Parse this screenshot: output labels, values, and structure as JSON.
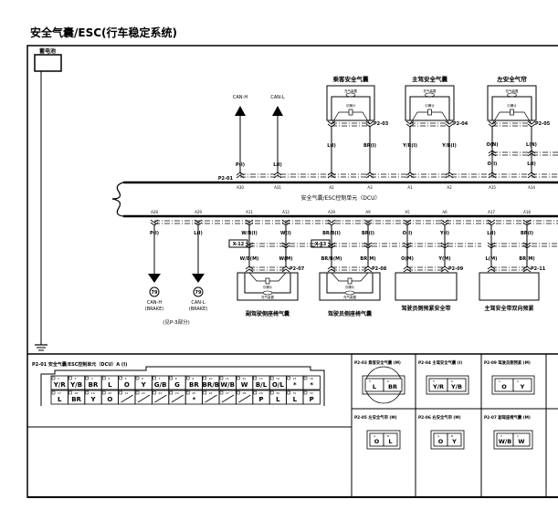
{
  "title": "安全气囊/ESC(行车稳定系统)",
  "battery": {
    "label": "蓄电池"
  },
  "dcu": {
    "label": "安全气囊/ESC控制单元（DCU）",
    "connector": "P2-01"
  },
  "can_top": [
    {
      "label": "CAN-H",
      "wire": "P(I)",
      "pin": "A30"
    },
    {
      "label": "CAN-L",
      "wire": "L(I)",
      "pin": "A31"
    }
  ],
  "top_modules": [
    {
      "name": "乘客安全气囊",
      "connector": "P2-03",
      "inflator": "充气装置",
      "igniter": "引爆计",
      "wires": [
        {
          "label": "L(I)",
          "pin": "A2"
        },
        {
          "label": "BR(I)",
          "pin": "A3"
        }
      ]
    },
    {
      "name": "主驾安全气囊",
      "connector": "P2-04",
      "inflator": "充气装置",
      "igniter": "引爆计",
      "wires": [
        {
          "label": "Y/R(I)",
          "pin": "A1"
        },
        {
          "label": "Y/B(I)",
          "pin": "A2"
        }
      ]
    },
    {
      "name": "左安全气帘",
      "connector": "P2-05",
      "inflator": "充气装置",
      "igniter": "引爆计",
      "wires": [
        {
          "label": "O(N)",
          "label2": "O(I)",
          "pin": "A15"
        },
        {
          "label": "L(N)",
          "label2": "L(I)",
          "pin": "A14"
        }
      ]
    }
  ],
  "can_bottom": [
    {
      "wire": "P(I)",
      "pin": "A28",
      "ref": "79",
      "label": "CAN-H",
      "sub": "(BRAKE)"
    },
    {
      "wire": "L(I)",
      "pin": "A29",
      "ref": "79",
      "label": "CAN-L",
      "sub": "(BRAKE)"
    }
  ],
  "can_note": "(见P-3部分)",
  "bottom_modules": [
    {
      "name": "副驾驶侧座椅气囊",
      "connector": "P2-07",
      "splice": "X-12",
      "igniter": "引爆片",
      "inflator": "充气装置",
      "wires": [
        {
          "label": "W/B(I)",
          "label2": "W/B(M)",
          "pin": "A11"
        },
        {
          "label": "W(I)",
          "label2": "W(M)",
          "pin": "A12"
        }
      ]
    },
    {
      "name": "驾驶员侧座椅气囊",
      "connector": "P2-08",
      "splice": "X-13",
      "igniter": "引爆片",
      "inflator": "充气装置",
      "wires": [
        {
          "label": "BR/B(I)",
          "label2": "BR/B(M)",
          "pin": "A19"
        },
        {
          "label": "BR(I)",
          "label2": "BR(M)",
          "pin": "A9"
        }
      ]
    },
    {
      "name": "驾驶员侧预紧安全带",
      "connector": "P2-09",
      "wires": [
        {
          "label": "O(I)",
          "label2": "O(M)",
          "pin": "A5"
        },
        {
          "label": "Y(I)",
          "label2": "Y(M)",
          "pin": "A6"
        }
      ]
    },
    {
      "name": "主驾安全带双向预紧",
      "connector": "P2-11",
      "wires": [
        {
          "label": "L(I)",
          "label2": "L(M)",
          "pin": "A17"
        },
        {
          "label": "BR(I)",
          "label2": "BR(M)",
          "pin": "A18"
        }
      ]
    }
  ],
  "connector_table": {
    "header": "P2-01  安全气囊/ESC控制单元（DCU）A (I)",
    "row1": [
      {
        "n": "1",
        "c": "Y/R"
      },
      {
        "n": "2",
        "c": "Y/B"
      },
      {
        "n": "3",
        "c": "BR"
      },
      {
        "n": "4",
        "c": "L"
      },
      {
        "n": "5",
        "c": "O"
      },
      {
        "n": "6",
        "c": "Y"
      },
      {
        "n": "7",
        "c": "G/B"
      },
      {
        "n": "8",
        "c": "G"
      },
      {
        "n": "9",
        "c": "BR"
      },
      {
        "n": "10",
        "c": "BR/B"
      },
      {
        "n": "11",
        "c": "W/B"
      },
      {
        "n": "12",
        "c": "W"
      },
      {
        "n": "13",
        "c": "B/L"
      },
      {
        "n": "14",
        "c": "O/L"
      },
      {
        "n": "15",
        "c": "*"
      },
      {
        "n": "16",
        "c": "*"
      }
    ],
    "row2": [
      {
        "n": "17",
        "c": "L"
      },
      {
        "n": "18",
        "c": "BR"
      },
      {
        "n": "19",
        "c": "Y"
      },
      {
        "n": "20",
        "c": "O"
      },
      {
        "n": "21",
        "c": "/"
      },
      {
        "n": "22",
        "c": "/"
      },
      {
        "n": "23",
        "c": "/"
      },
      {
        "n": "24",
        "c": "/"
      },
      {
        "n": "25",
        "c": "*"
      },
      {
        "n": "26",
        "c": "/"
      },
      {
        "n": "27",
        "c": "/"
      },
      {
        "n": "28",
        "c": "/"
      },
      {
        "n": "29",
        "c": "P"
      },
      {
        "n": "30",
        "c": "L"
      },
      {
        "n": "31",
        "c": "L"
      },
      {
        "n": "32",
        "c": "P"
      }
    ]
  },
  "connector_panels": [
    {
      "header": "P2-03 乘客安全气囊 (M)",
      "pins": [
        {
          "n": "5",
          "c": "L"
        },
        {
          "n": "6",
          "c": "BR"
        }
      ]
    },
    {
      "header": "P2-04 主驾安全气囊 (I)",
      "pins": [
        {
          "n": "5",
          "c": "Y/R"
        },
        {
          "n": "6",
          "c": "Y/B"
        }
      ]
    },
    {
      "header": "P2-09 驾驶员侧预紧 (M)",
      "pins": [
        {
          "n": "1",
          "c": "O"
        },
        {
          "n": "2",
          "c": "Y"
        }
      ]
    },
    {
      "header": "P2-05 左安全气帘 (M)",
      "pins": [
        {
          "n": "A",
          "c": "O"
        },
        {
          "n": "B",
          "c": "L"
        }
      ]
    },
    {
      "header": "P2-06 右安全气帘 (M)",
      "pins": [
        {
          "n": "A",
          "c": "O"
        },
        {
          "n": "B",
          "c": "Y"
        }
      ]
    },
    {
      "header": "P2-07 副驾座椅气囊 (M)",
      "pins": [
        {
          "n": "2",
          "c": "W/B"
        },
        {
          "n": "1",
          "c": "W"
        }
      ]
    }
  ]
}
